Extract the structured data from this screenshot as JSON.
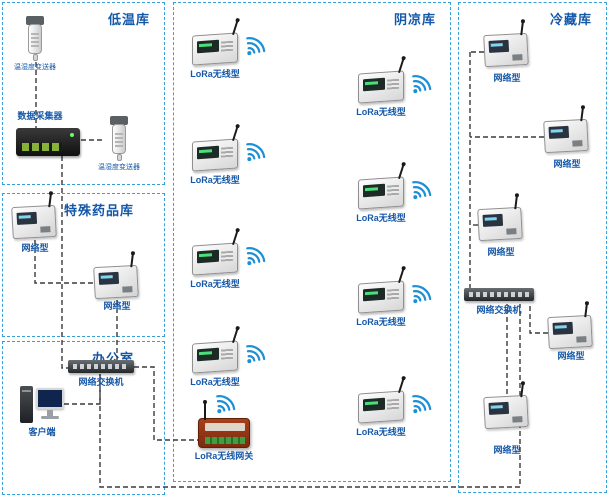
{
  "zones": {
    "low_temp": {
      "title": "低温库"
    },
    "special_med": {
      "title": "特殊药品库"
    },
    "office": {
      "title": "办公室"
    },
    "cool": {
      "title": "阴凉库"
    },
    "cold": {
      "title": "冷藏库"
    }
  },
  "device_labels": {
    "sensor": "温湿度变送器",
    "collector": "数据采集器",
    "network": "网络型",
    "lora": "LoRa无线型",
    "client": "客户端",
    "switch": "网络交换机",
    "gateway": "LoRa无线网关"
  },
  "colors": {
    "zone_border": "#36a0d8",
    "label_text": "#1558a8",
    "wifi_signal": "#1e8fd5",
    "wire": "#3a3a3a",
    "gateway_body": "#a8401c"
  }
}
